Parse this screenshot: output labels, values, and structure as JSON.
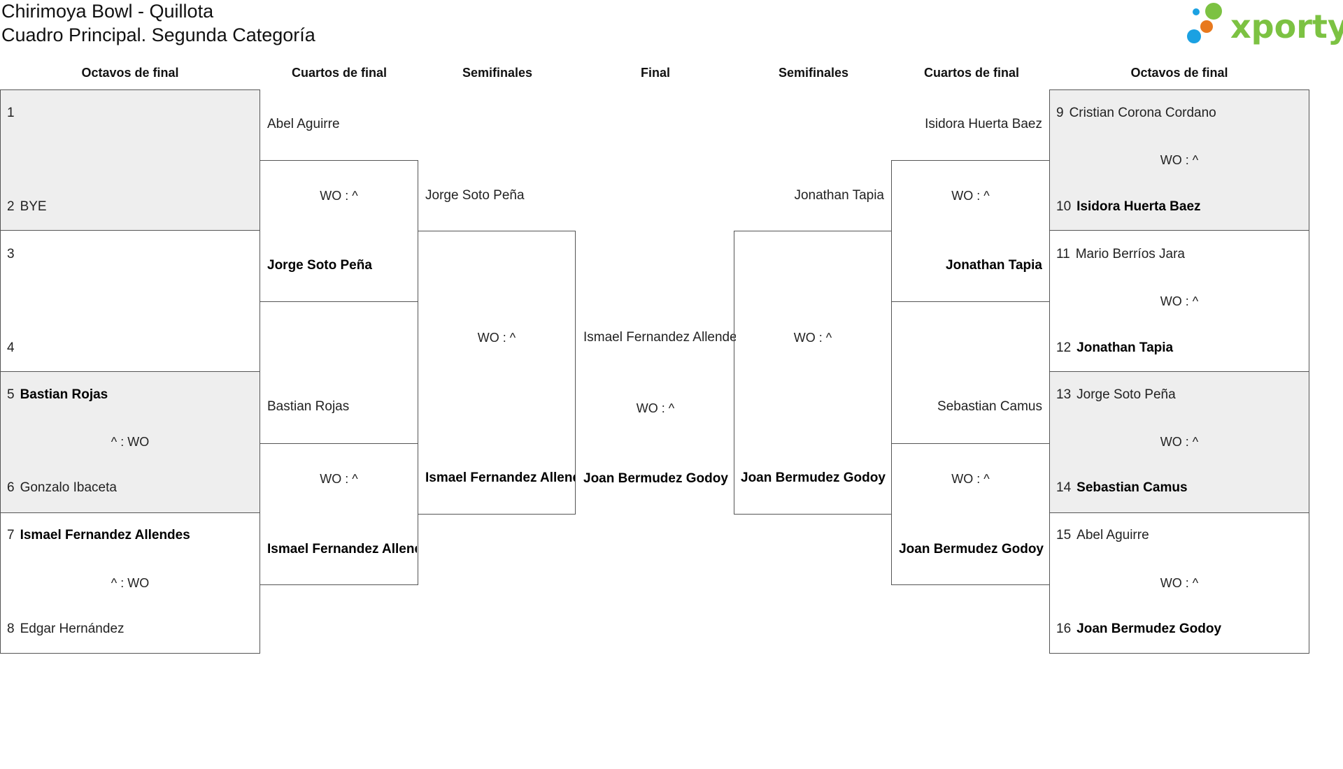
{
  "header": {
    "title": "Chirimoya Bowl - Quillota",
    "subtitle": "Cuadro Principal. Segunda Categoría",
    "brand": "xporty",
    "brand_colors": [
      "#1ba1e2",
      "#e8791e",
      "#7cc242"
    ]
  },
  "rounds": {
    "left": [
      "Octavos de final",
      "Cuartos de final",
      "Semifinales"
    ],
    "center": "Final",
    "right": [
      "Semifinales",
      "Cuartos de final",
      "Octavos de final"
    ]
  },
  "left_r16": [
    {
      "n1": "1",
      "p1": "",
      "n2": "2",
      "p2": "BYE",
      "score": ""
    },
    {
      "n1": "3",
      "p1": "",
      "n2": "4",
      "p2": "",
      "score": ""
    },
    {
      "n1": "5",
      "p1": "Bastian Rojas",
      "n2": "6",
      "p2": "Gonzalo Ibaceta",
      "score": "^ : WO"
    },
    {
      "n1": "7",
      "p1": "Ismael Fernandez Allendes",
      "n2": "8",
      "p2": "Edgar Hernández",
      "score": "^ : WO"
    }
  ],
  "left_qf": [
    {
      "p1": "Abel Aguirre",
      "score": "WO : ^",
      "p2": "Jorge Soto Peña"
    },
    {
      "p1": "Bastian Rojas",
      "score": "WO : ^",
      "p2": "Ismael Fernandez Allendes"
    }
  ],
  "left_sf": {
    "p1": "Jorge Soto Peña",
    "score": "WO : ^",
    "p2": "Ismael Fernandez Allendes"
  },
  "final": {
    "p1": "Ismael Fernandez Allendes",
    "score": "WO : ^",
    "p2": "Joan Bermudez Godoy"
  },
  "right_sf": {
    "p1": "Jonathan Tapia",
    "score": "WO : ^",
    "p2": "Joan Bermudez Godoy"
  },
  "right_qf": [
    {
      "p1": "Isidora Huerta Baez",
      "score": "WO : ^",
      "p2": "Jonathan Tapia"
    },
    {
      "p1": "Sebastian Camus",
      "score": "WO : ^",
      "p2": "Joan Bermudez Godoy"
    }
  ],
  "right_r16": [
    {
      "n1": "9",
      "p1": "Cristian Corona Cordano",
      "n2": "10",
      "p2": "Isidora Huerta Baez",
      "score": "WO : ^"
    },
    {
      "n1": "11",
      "p1": "Mario Berríos Jara",
      "n2": "12",
      "p2": "Jonathan Tapia",
      "score": "WO : ^"
    },
    {
      "n1": "13",
      "p1": "Jorge Soto Peña",
      "n2": "14",
      "p2": "Sebastian Camus",
      "score": "WO : ^"
    },
    {
      "n1": "15",
      "p1": "Abel Aguirre",
      "n2": "16",
      "p2": "Joan Bermudez Godoy",
      "score": "WO : ^"
    }
  ]
}
